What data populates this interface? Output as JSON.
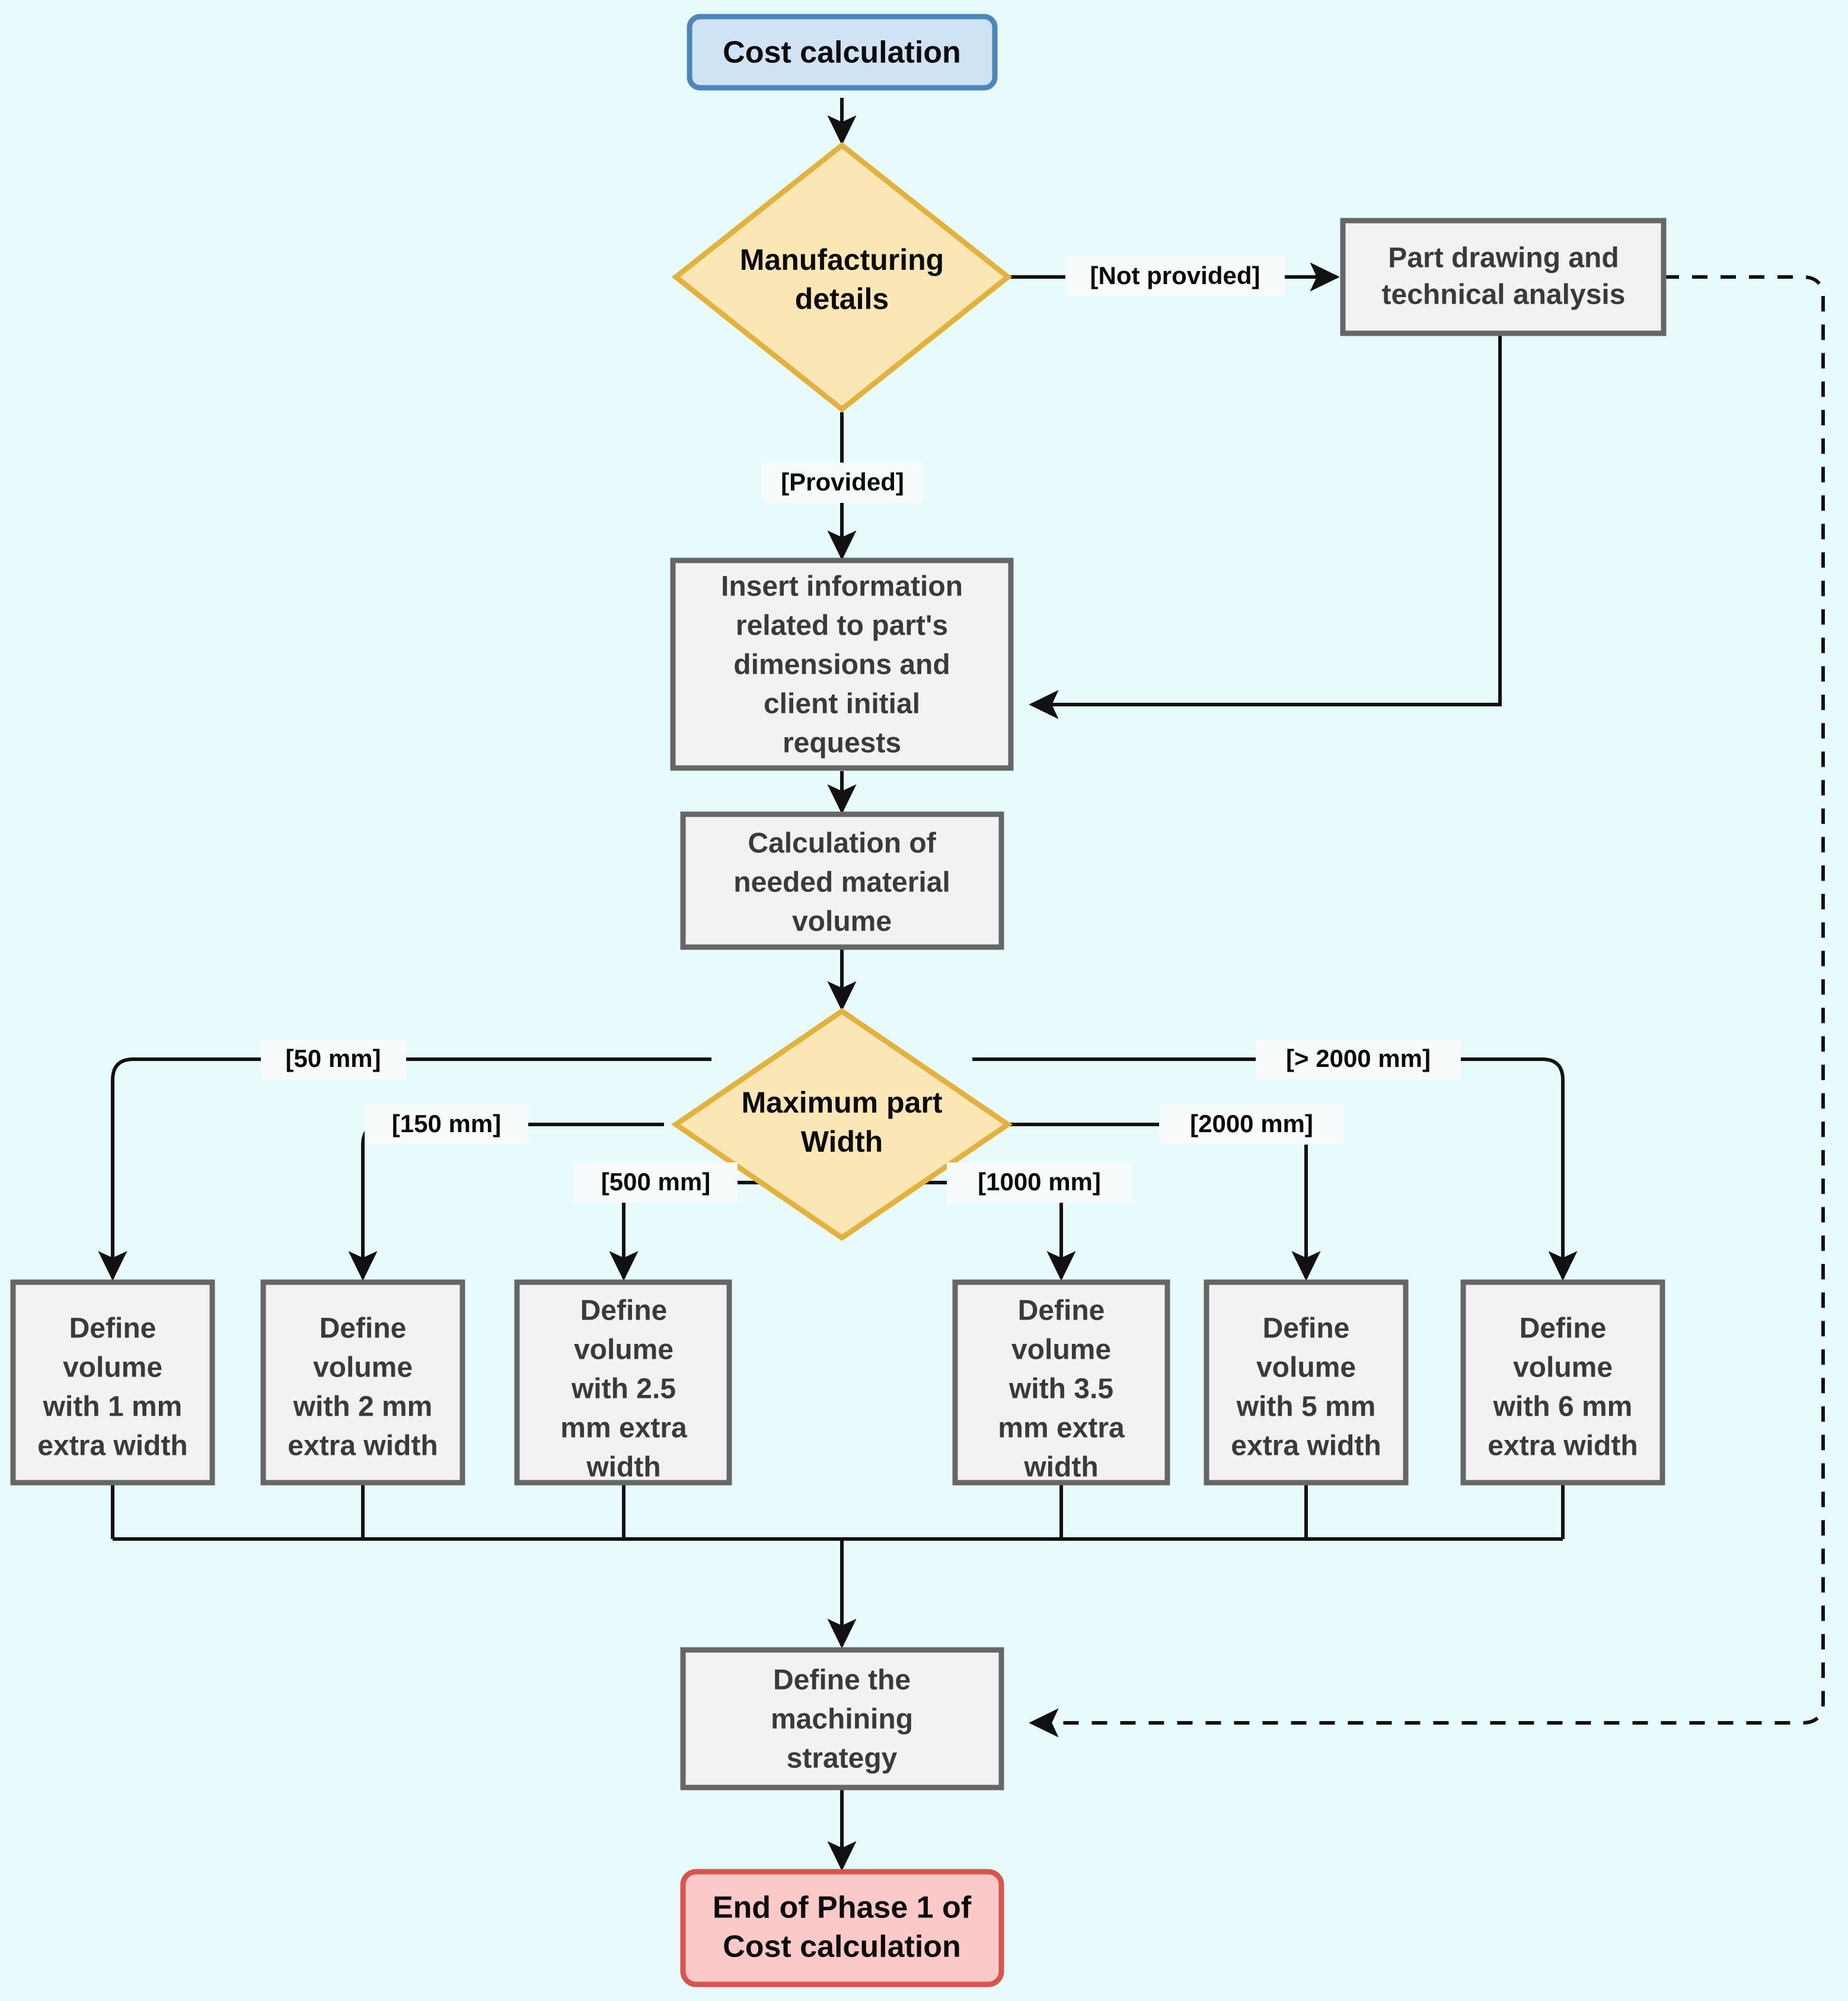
{
  "diagram": {
    "title": "Cost calculation flowchart - Phase 1",
    "background_color": "#e8fbfc",
    "colors": {
      "start_fill": "#cfe3f5",
      "start_stroke": "#4d85bd",
      "process_fill": "#f2f2f2",
      "process_stroke": "#666666",
      "decision_fill": "#fbe6b6",
      "decision_stroke": "#e3b23c",
      "end_fill": "#fcc9c9",
      "end_stroke": "#d9534f",
      "line": "#111111"
    }
  },
  "nodes": {
    "start": {
      "label": "Cost calculation",
      "type": "start"
    },
    "decision_details": {
      "label_line1": "Manufacturing",
      "label_line2": "details",
      "type": "decision"
    },
    "part_drawing": {
      "label_line1": "Part drawing and",
      "label_line2": "technical analysis",
      "type": "process"
    },
    "insert_info": {
      "type": "process",
      "lines": [
        "Insert information",
        "related to part's",
        "dimensions and",
        "client initial",
        "requests"
      ]
    },
    "calc_volume": {
      "type": "process",
      "lines": [
        "Calculation of",
        "needed material",
        "volume"
      ]
    },
    "decision_width": {
      "label_line1": "Maximum part",
      "label_line2": "Width",
      "type": "decision"
    },
    "machining_strategy": {
      "type": "process",
      "lines": [
        "Define the",
        "machining",
        "strategy"
      ]
    },
    "end": {
      "label_line1": "End of Phase 1 of",
      "label_line2": "Cost calculation",
      "type": "end"
    }
  },
  "volume_boxes": [
    {
      "id": "vol-1mm",
      "lines": [
        "Define",
        "volume",
        "with 1 mm",
        "extra width"
      ]
    },
    {
      "id": "vol-2mm",
      "lines": [
        "Define",
        "volume",
        "with 2 mm",
        "extra width"
      ]
    },
    {
      "id": "vol-2_5mm",
      "lines": [
        "Define",
        "volume",
        "with 2.5",
        "mm extra",
        "width"
      ]
    },
    {
      "id": "vol-3_5mm",
      "lines": [
        "Define",
        "volume",
        "with 3.5",
        "mm extra",
        "width"
      ]
    },
    {
      "id": "vol-5mm",
      "lines": [
        "Define",
        "volume",
        "with 5 mm",
        "extra width"
      ]
    },
    {
      "id": "vol-6mm",
      "lines": [
        "Define",
        "volume",
        "with 6 mm",
        "extra width"
      ]
    }
  ],
  "edge_labels": {
    "not_provided": "[Not provided]",
    "provided": "[Provided]",
    "w50": "[50 mm]",
    "w150": "[150 mm]",
    "w500": "[500 mm]",
    "w1000": "[1000 mm]",
    "w2000": "[2000 mm]",
    "w_over2000": "[> 2000 mm]"
  }
}
